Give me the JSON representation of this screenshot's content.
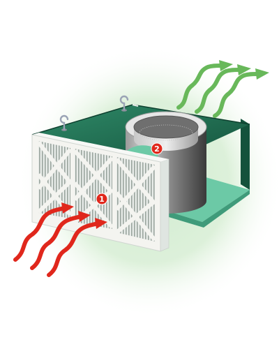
{
  "markers": [
    {
      "id": "1",
      "label": "1"
    },
    {
      "id": "2",
      "label": "2"
    }
  ],
  "colors": {
    "glow": "#bfe4b5",
    "housing_dark": "#155e45",
    "housing_mid": "#2f8a68",
    "housing_floor": "#6cc9a6",
    "filter_frame": "#f4f4f0",
    "filter_pleat_dark": "#8f9a93",
    "filter_pleat_light": "#e6ebe7",
    "cylinder_light": "#b5b5b5",
    "cylinder_dark": "#4a4a4a",
    "inflow_arrow": "#e0271c",
    "outflow_arrow": "#68b85a",
    "marker": "#e0271c"
  },
  "icons": [
    "lifting-hook-icon",
    "inflow-arrow-icon",
    "outflow-arrow-icon"
  ]
}
